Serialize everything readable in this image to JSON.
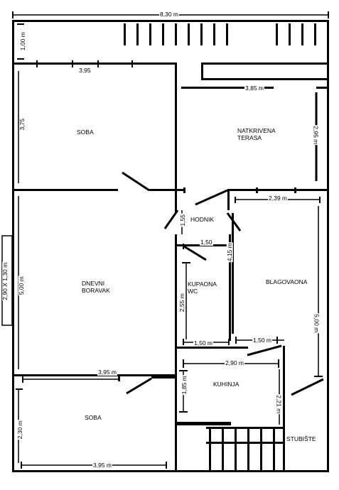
{
  "rooms": {
    "soba_top": "SOBA",
    "natkrivena_terasa_line1": "NATKRIVENA",
    "natkrivena_terasa_line2": "TERASA",
    "hodnik": "HODNIK",
    "dnevni_boravak_line1": "DNEVNI",
    "dnevni_boravak_line2": "BORAVAK",
    "kupaona_line1": "KUPAONA",
    "kupaona_line2": "WC",
    "blagovaona": "BLAGOVAONA",
    "kuhinja": "KUHINJA",
    "soba_bottom": "SOBA",
    "stubiste": "STUBIŠTE"
  },
  "dimensions": {
    "overall_width": "8,30 m",
    "porch_depth": "1,00 m",
    "soba_top_width": "3,95",
    "soba_top_depth": "3,75",
    "terasa_width": "3,85 m",
    "terasa_depth": "2,95 m",
    "hodnik_depth": "1,55",
    "blagovaona_width": "2,39 m",
    "kupaona_width_top": "1,50",
    "hodnik_length": "4,15 m",
    "window_size": "2,90 X 1,30 m",
    "boravak_depth": "5,00 m",
    "kupaona_depth": "2,55 m",
    "blagovaona_depth": "5,00 m",
    "kupaona_width_bottom": "1,50 m",
    "passage_width": "1,50 m",
    "boravak_width": "3,95 m",
    "kuhinja_width": "2,90 m",
    "kuhinja_depth": "1,85 m",
    "stair_width": "2,21 m",
    "soba_bottom_depth": "2,30 m",
    "soba_bottom_width": "3,95 m"
  }
}
